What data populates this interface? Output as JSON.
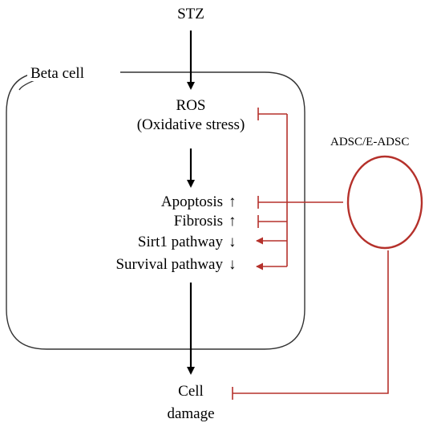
{
  "labels": {
    "stz": "STZ",
    "beta_cell": "Beta cell",
    "ros": "ROS",
    "oxidative_stress": "(Oxidative stress)",
    "adsc": "ADSC/E-ADSC",
    "cell": "Cell",
    "damage": "damage"
  },
  "outcomes": [
    {
      "text": "Apoptosis",
      "arrow": "↑"
    },
    {
      "text": "Fibrosis",
      "arrow": "↑"
    },
    {
      "text": "Sirt1 pathway",
      "arrow": "↓"
    },
    {
      "text": "Survival pathway",
      "arrow": "↓"
    }
  ],
  "colors": {
    "black": "#000000",
    "inhibit_red": "#b5312b",
    "outline_gray": "#333333"
  }
}
